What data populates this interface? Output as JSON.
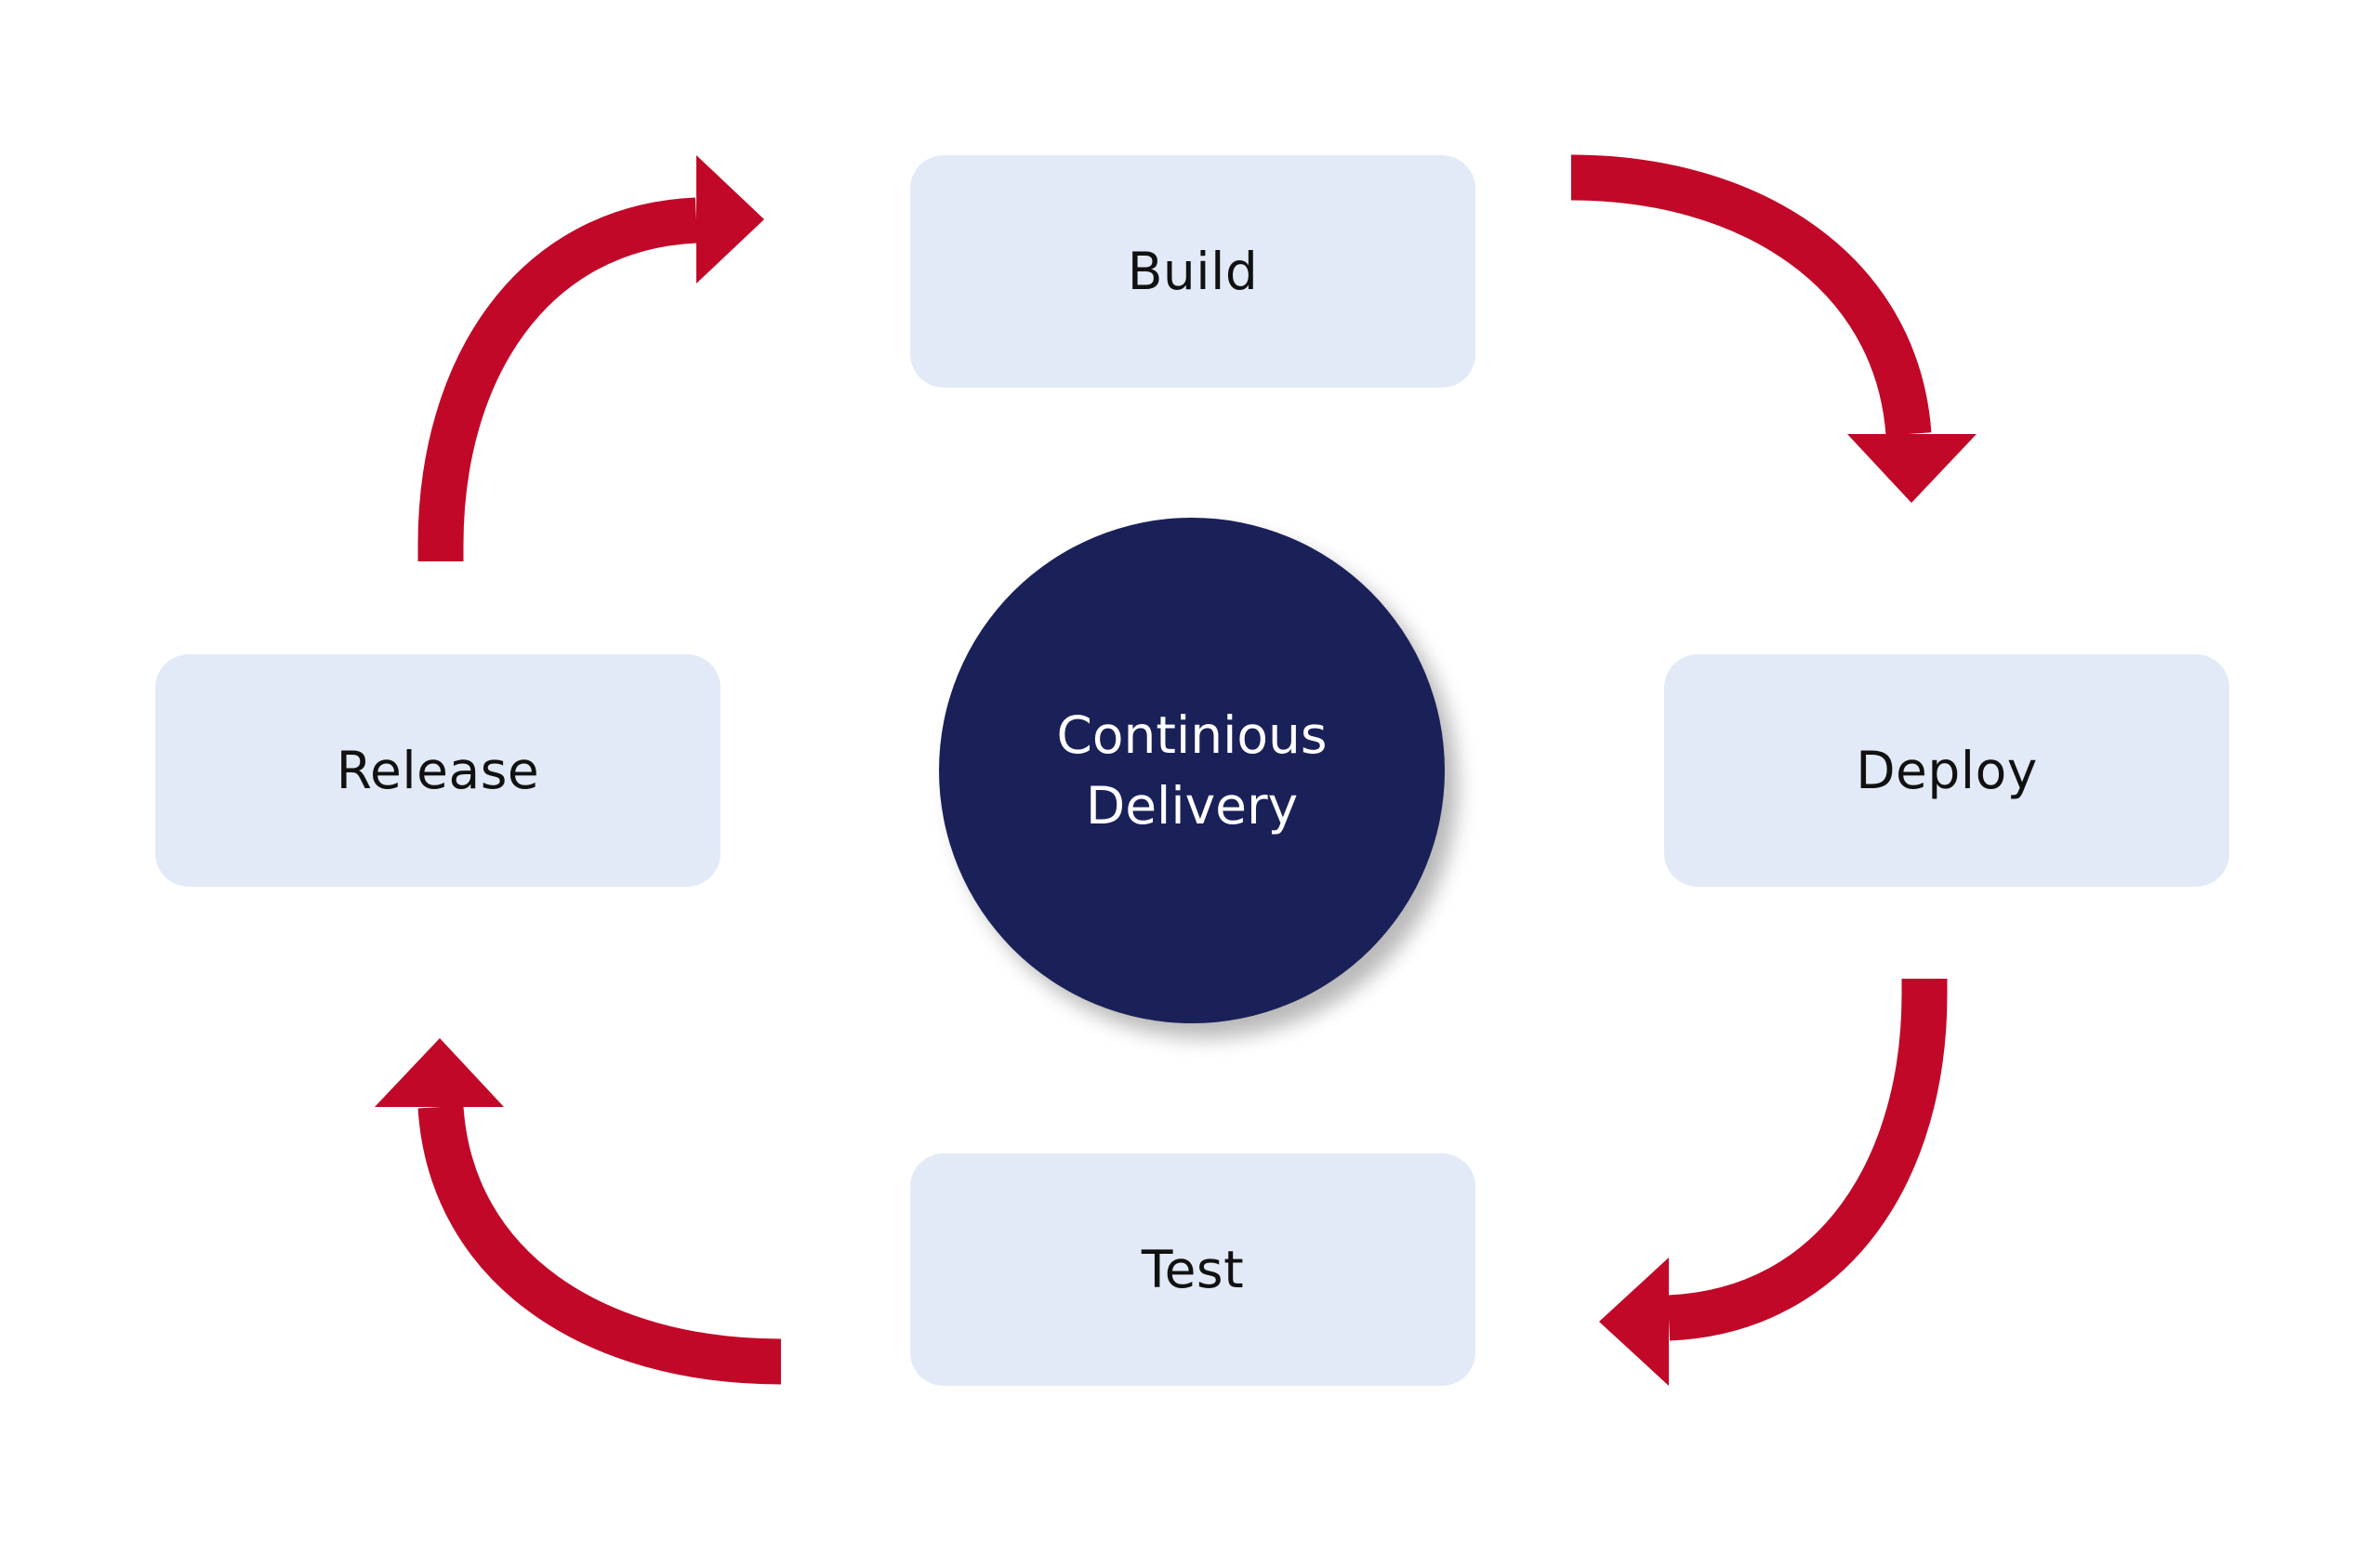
{
  "diagram": {
    "center": {
      "line1": "Continious",
      "line2": "Delivery"
    },
    "stages": [
      {
        "id": "build",
        "label": "Build"
      },
      {
        "id": "deploy",
        "label": "Deploy"
      },
      {
        "id": "test",
        "label": "Test"
      },
      {
        "id": "release",
        "label": "Release"
      }
    ],
    "flow": [
      "Build",
      "Deploy",
      "Test",
      "Release",
      "Build"
    ]
  },
  "colors": {
    "box_fill": "#e2eaf7",
    "hub_fill": "#1a2158",
    "arrow": "#c10828",
    "text_dark": "#111111",
    "text_light": "#ffffff"
  }
}
